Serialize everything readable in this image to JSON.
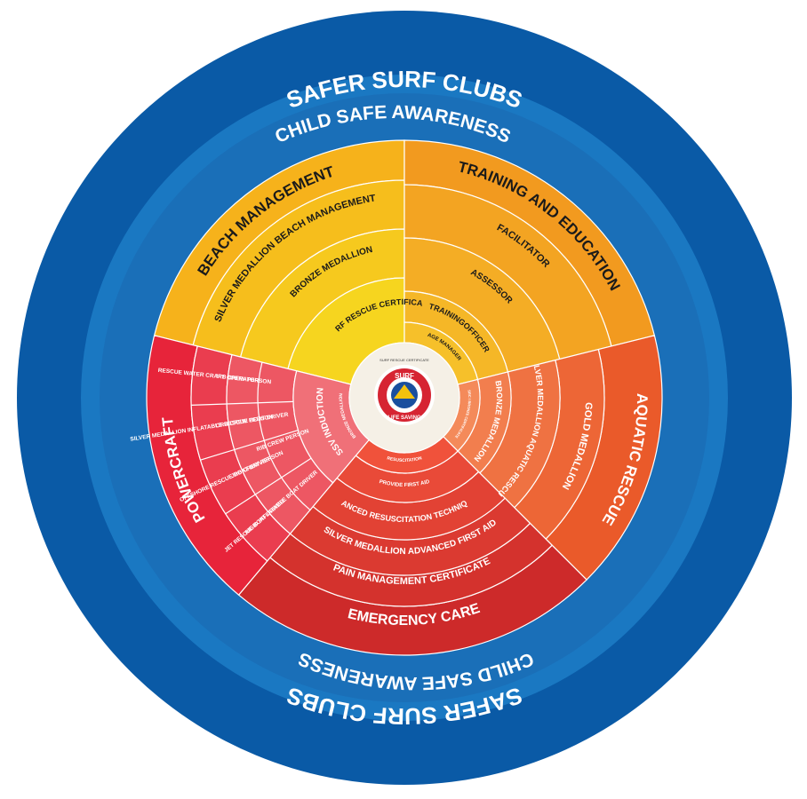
{
  "outer_ring": {
    "top_label": "SAFER SURF CLUBS",
    "bottom_label": "SAFER SURF CLUBS",
    "color": "#0a5aa6"
  },
  "middle_ring": {
    "top_label": "CHILD SAFE AWARENESS",
    "bottom_label": "CHILD SAFE AWARENESS",
    "color": "#1a78c2"
  },
  "center_logo": {
    "word_top": "SURF",
    "word_bottom": "LIFE SAVING",
    "tiny_label": "SURF RESCUE CERTIFICATE"
  },
  "sectors": {
    "beach_management": {
      "title": "BEACH MANAGEMENT",
      "color_outer": "#f6b21b",
      "color_inner": "#f6d51f",
      "rings": [
        "SILVER MEDALLION BEACH MANAGEMENT",
        "BRONZE MEDALLION",
        "SURF RESCUE CERTIFICATE"
      ]
    },
    "training_education": {
      "title": "TRAINING AND EDUCATION",
      "color_outer": "#f29a1f",
      "color_inner": "#f6c02a",
      "rings": [
        "FACILITATOR",
        "ASSESSOR",
        "TRAININGOFFICER",
        "AGE MANAGER"
      ]
    },
    "aquatic_rescue": {
      "title": "AQUATIC RESCUE",
      "color_outer": "#ea5a2a",
      "color_inner": "#f48a5a",
      "rings": [
        "GOLD MEDALLION",
        "SILVER MEDALLION AQUATIC RESCUE",
        "BRONZE MEDALLION",
        "SRC / BRONZE CERTIFICATE"
      ]
    },
    "emergency_care": {
      "title": "EMERGENCY CARE",
      "color_outer": "#cd2a2a",
      "color_inner": "#f0523b",
      "rings": [
        "PAIN MANAGEMENT CERTIFICATE",
        "SILVER MEDALLION ADVANCED FIRST AID",
        "ADVANCED RESUSCITATION TECHNIQUES",
        "PROVIDE FIRST AID",
        "RESUSCITATION"
      ]
    },
    "powercraft": {
      "title": "POWERCRAFT",
      "color_outer": "#e7243a",
      "color_inner": "#f07078",
      "rings": [
        "SSV INDUCTION",
        "BRONZE MEDALLION"
      ],
      "cells": [
        "RESCUE WATER CRAFT OPERATOR",
        "SILVER MEDALLION INFLATABLE RESCUE BOAT DRIVER",
        "IRB CREW PERSON",
        "OFFSHORE RESCUE BOAT DRIVER",
        "ORB CREW PERSON",
        "JET RESCUE BOAT DRIVER",
        "JRB CREW PERSON",
        "RIGID INFLATABLE BOAT DRIVER",
        "RIB CREW PERSON"
      ]
    }
  }
}
